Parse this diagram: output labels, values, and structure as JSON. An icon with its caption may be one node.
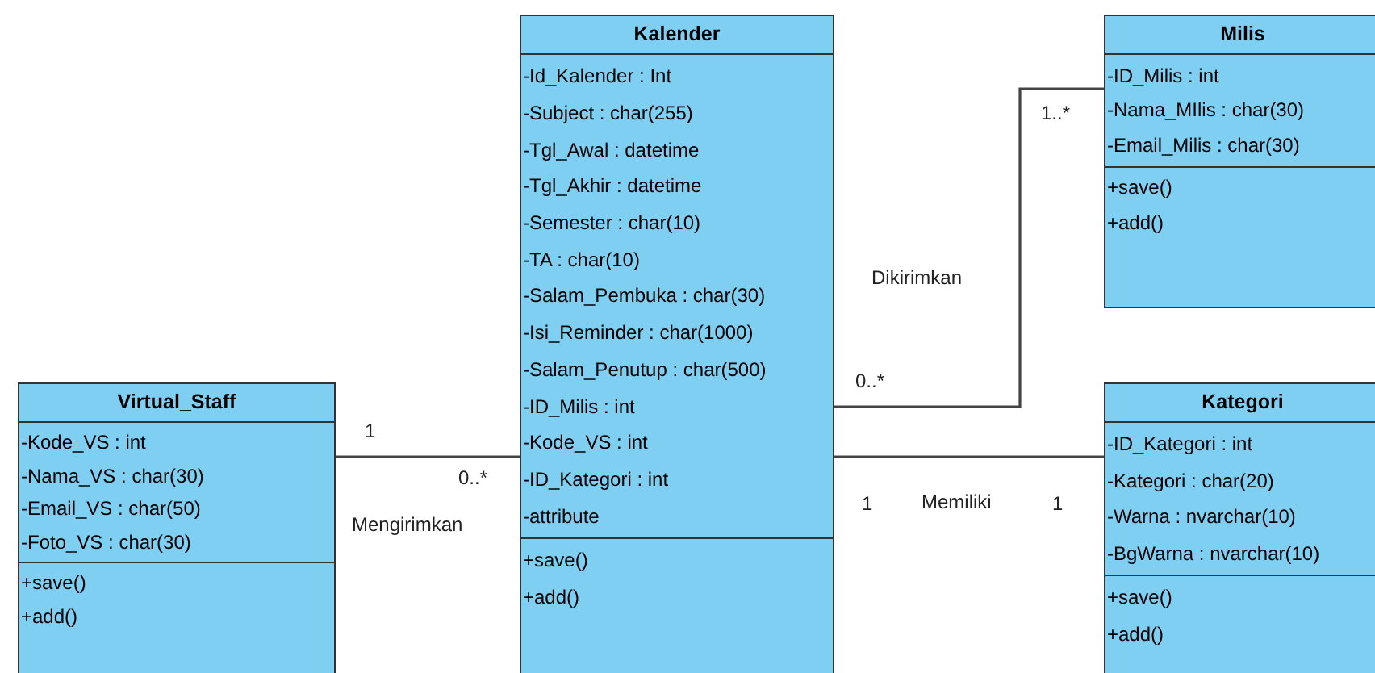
{
  "diagram": {
    "nodes": [
      {
        "text": [
          "Kalender"
        ]
      },
      {
        "text": [
          "-Id_Kalender : Int",
          "-Subject : char(255)",
          "-Tgl_Awal : datetime",
          "-Tgl_Akhir : datetime",
          "-Semester : char(10)",
          "-TA : char(10)",
          "-Salam_Pembuka : char(30)",
          "-Isi_Reminder : char(1000)",
          "-Salam_Penutup : char(500)",
          "-ID_Milis : int",
          "-Kode_VS : int",
          "-ID_Kategori : int",
          "-attribute"
        ],
        "in": 0
      },
      {
        "text": [
          "+save()",
          "+add()"
        ],
        "in": 0
      },
      {
        "text": [
          "Milis"
        ]
      },
      {
        "text": [
          "-ID_Milis : int",
          "-Nama_MIlis : char(30)",
          "-Email_Milis : char(30)"
        ],
        "in": 3
      },
      {
        "text": [
          "+save()",
          "+add()"
        ],
        "in": 3
      },
      {
        "text": [
          "Virtual_Staff"
        ]
      },
      {
        "text": [
          "-Kode_VS : int",
          "-Nama_VS : char(30)",
          "-Email_VS : char(50)",
          "-Foto_VS : char(30)"
        ],
        "in": 6
      },
      {
        "text": [
          "+save()",
          "+add()"
        ],
        "in": 6
      },
      {
        "text": [
          "Kategori"
        ]
      },
      {
        "text": [
          "-ID_Kategori : int",
          "-Kategori : char(20)",
          "-Warna : nvarchar(10)",
          "-BgWarna : nvarchar(10)"
        ],
        "in": 9
      },
      {
        "text": [
          "+save()",
          "+add()"
        ],
        "in": 9
      }
    ],
    "edges": [
      {
        "from": 6,
        "to": 0,
        "arrow": "none",
        "label": "Mengirimkan"
      },
      {
        "from": 0,
        "to": 3,
        "arrow": "none",
        "label": "Dikirimkan"
      },
      {
        "from": 0,
        "to": 9,
        "arrow": "none",
        "label": "Memiliki"
      }
    ],
    "labels": [
      "1..*",
      "0..*",
      "1",
      "0..*",
      "1",
      "1"
    ]
  }
}
